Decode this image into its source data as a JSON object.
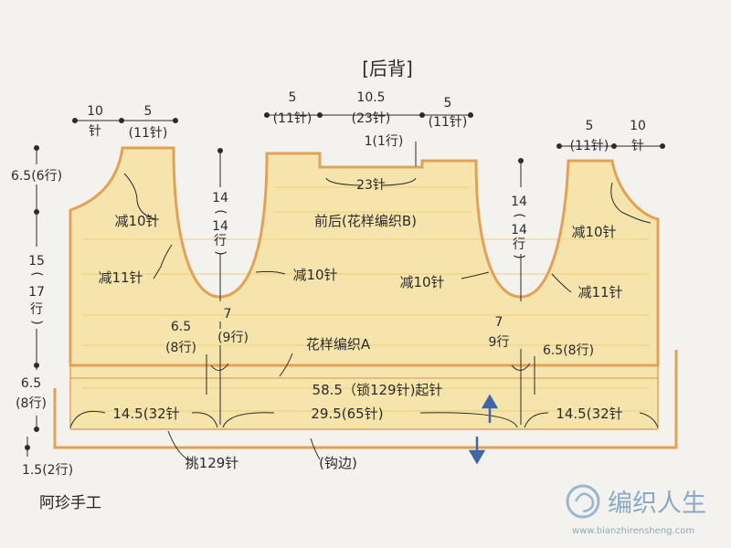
{
  "title": "[后背]",
  "top_dims": {
    "left_outer": {
      "width": "10",
      "unit": "针"
    },
    "left_strap": {
      "width": "5",
      "count": "(11针)"
    },
    "center_left": {
      "width": "5",
      "count": "(11针)"
    },
    "center_mid": {
      "width": "10.5",
      "count": "(23针)"
    },
    "center_right": {
      "width": "5",
      "count": "(11针)"
    },
    "neck_depth": "1(1行)",
    "neck_bottom": "23针",
    "right_strap": {
      "width": "5",
      "count": "(11针)"
    },
    "right_outer": {
      "width": "10",
      "unit": "针"
    }
  },
  "left_dims": {
    "shoulder_height": "6.5(6行)",
    "body_height": {
      "value": "15",
      "rows": [
        "(",
        "17",
        "行",
        ")"
      ]
    },
    "border_height": {
      "value": "6.5",
      "rows": "(8行)"
    },
    "hem_height": "1.5(2行)"
  },
  "armhole_left": {
    "depth": [
      "14",
      "(",
      "14",
      "行",
      ")"
    ],
    "bottom_width": "7",
    "bottom_rows": "(9行)"
  },
  "armhole_right": {
    "depth": [
      "14",
      "(",
      "14",
      "行",
      ")"
    ],
    "bottom_width": "7",
    "bottom_rows": "9行"
  },
  "decreases": {
    "left_upper": "减10针",
    "left_lower": "减11针",
    "center_left": "减10针",
    "center_right": "减10针",
    "right_upper": "减10针",
    "right_lower": "减11针"
  },
  "pattern_b": "前后(花样编织B)",
  "pattern_a": "花样编织A",
  "side_rows_left": {
    "value": "6.5",
    "rows": "(8行)"
  },
  "side_rows_right": "6.5(8行)",
  "cast_on": "58.5（锁129针)起针",
  "segments": {
    "left": "14.5(32针",
    "center": "29.5(65针)",
    "right": "14.5(32针"
  },
  "pickup": "挑129针",
  "edging": "(钩边)",
  "signature": "阿珍手工",
  "watermark": {
    "brand": "编织人生",
    "url": "www.bianzhirensheng.com"
  },
  "colors": {
    "outline": "#e2a256",
    "fill": "#f6e4ad",
    "arrow": "#3f67a8",
    "ink": "#2b2b2b"
  }
}
